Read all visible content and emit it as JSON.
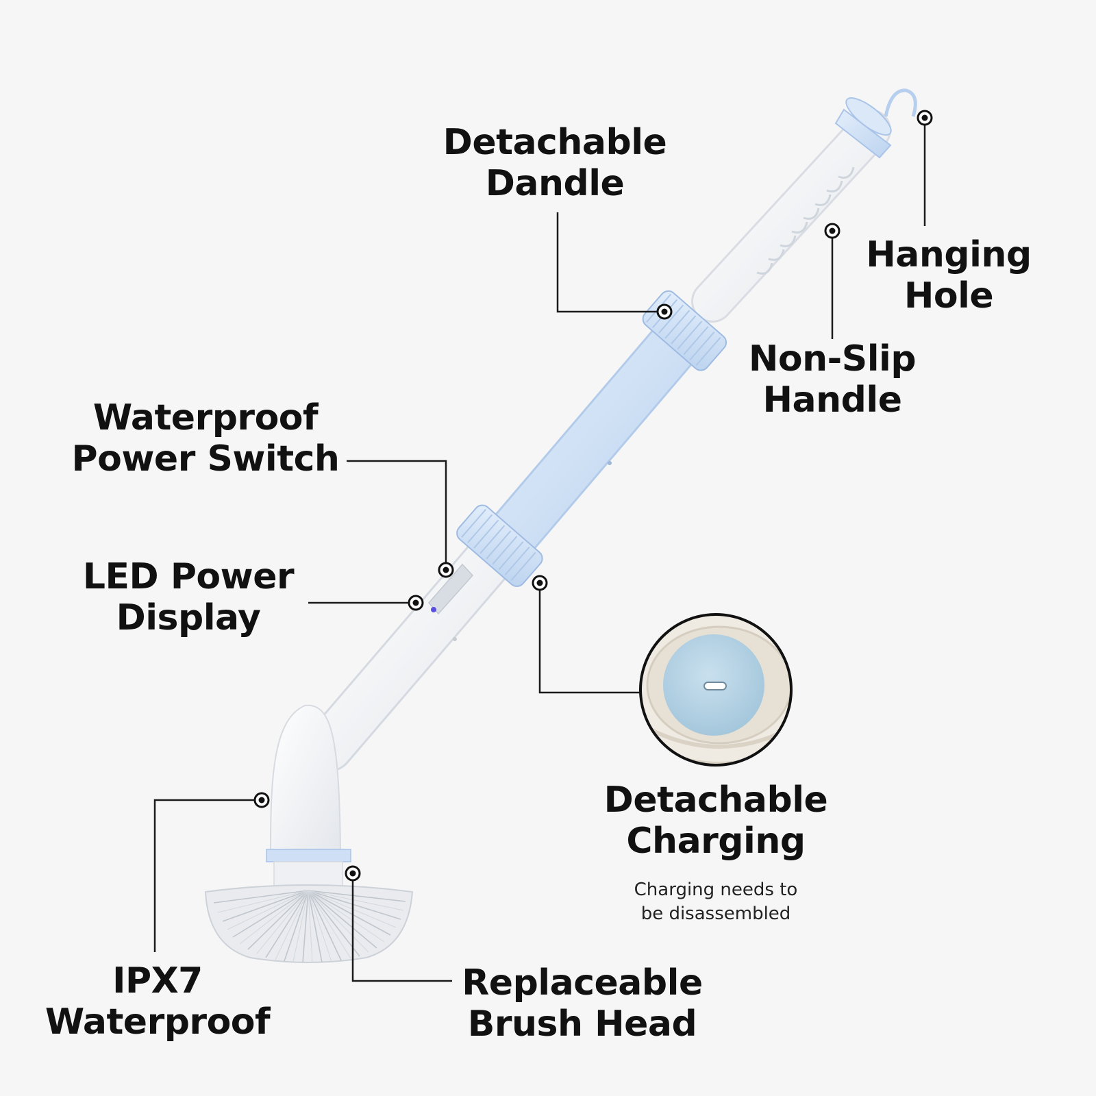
{
  "colors": {
    "background": "#f6f6f6",
    "text": "#111111",
    "leader_line": "#1a1a1a",
    "handle_white": "#ffffff",
    "accent_blue": "#cfe0f6",
    "accent_blue_dark": "#a9c4e8",
    "charging_cap": "#b7d3e6"
  },
  "callouts": {
    "detachable_handle": {
      "lines": [
        "Detachable",
        "Dandle"
      ]
    },
    "hanging_hole": {
      "lines": [
        "Hanging",
        "Hole"
      ]
    },
    "non_slip_handle": {
      "lines": [
        "Non-Slip",
        "Handle"
      ]
    },
    "waterproof_power_switch": {
      "lines": [
        "Waterproof",
        "Power Switch"
      ]
    },
    "led_power_display": {
      "lines": [
        "LED Power",
        "Display"
      ]
    },
    "detachable_charging": {
      "lines": [
        "Detachable",
        "Charging"
      ],
      "note_lines": [
        "Charging needs to",
        "be disassembled"
      ]
    },
    "ipx7_waterproof": {
      "lines": [
        "IPX7",
        "Waterproof"
      ]
    },
    "replaceable_brush_head": {
      "lines": [
        "Replaceable",
        "Brush Head"
      ]
    }
  },
  "icons": {
    "callout_marker": "target-dot-icon",
    "usb_port": "usb-c-port-icon"
  }
}
